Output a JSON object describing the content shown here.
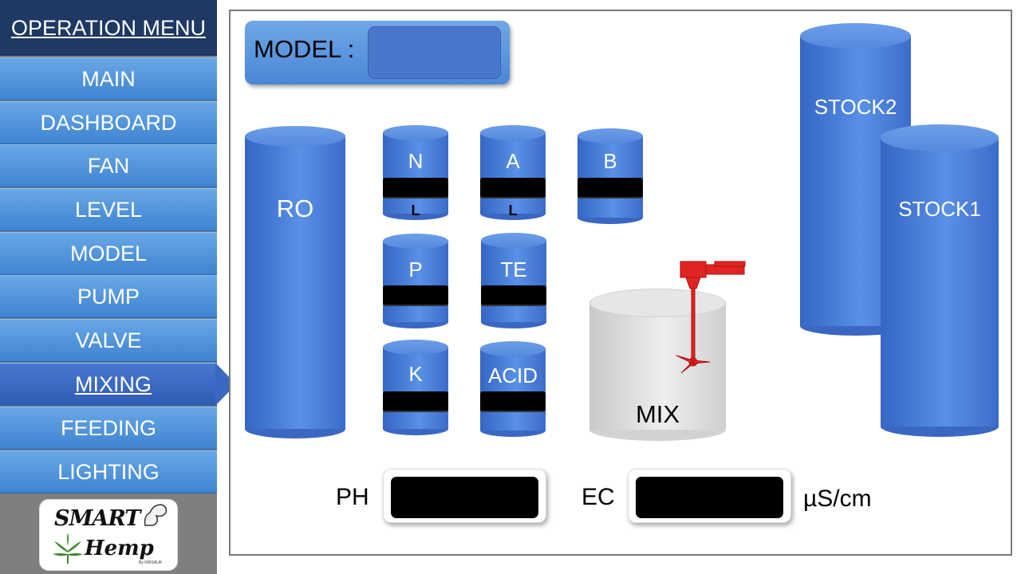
{
  "sidebar": {
    "title": "OPERATION MENU",
    "items": [
      {
        "label": "MAIN"
      },
      {
        "label": "DASHBOARD"
      },
      {
        "label": "FAN"
      },
      {
        "label": "LEVEL"
      },
      {
        "label": "MODEL"
      },
      {
        "label": "PUMP"
      },
      {
        "label": "VALVE"
      },
      {
        "label": "MIXING"
      },
      {
        "label": "FEEDING"
      },
      {
        "label": "LIGHTING"
      }
    ],
    "active_item": "MIXING",
    "logo": {
      "line1": "SMART",
      "line2": "Hemp",
      "byline": "By KRISAUK"
    }
  },
  "model": {
    "label": "MODEL :",
    "value": ""
  },
  "tanks": {
    "ro": "RO",
    "n": "N",
    "a": "A",
    "b": "B",
    "p": "P",
    "te": "TE",
    "k": "K",
    "acid": "ACID",
    "mix": "MIX",
    "stock1": "STOCK1",
    "stock2": "STOCK2",
    "n_level": "L",
    "a_level": "L"
  },
  "sensors": {
    "ph_label": "PH",
    "ph_value": "",
    "ec_label": "EC",
    "ec_value": "",
    "ec_unit": "µS/cm"
  },
  "colors": {
    "menu_title_bg": "#1f3864",
    "menu_item": "#4f8fd9",
    "menu_active": "#3a68c2",
    "tank_blue": "#4a7fd8",
    "mixer_red": "#e02424"
  }
}
